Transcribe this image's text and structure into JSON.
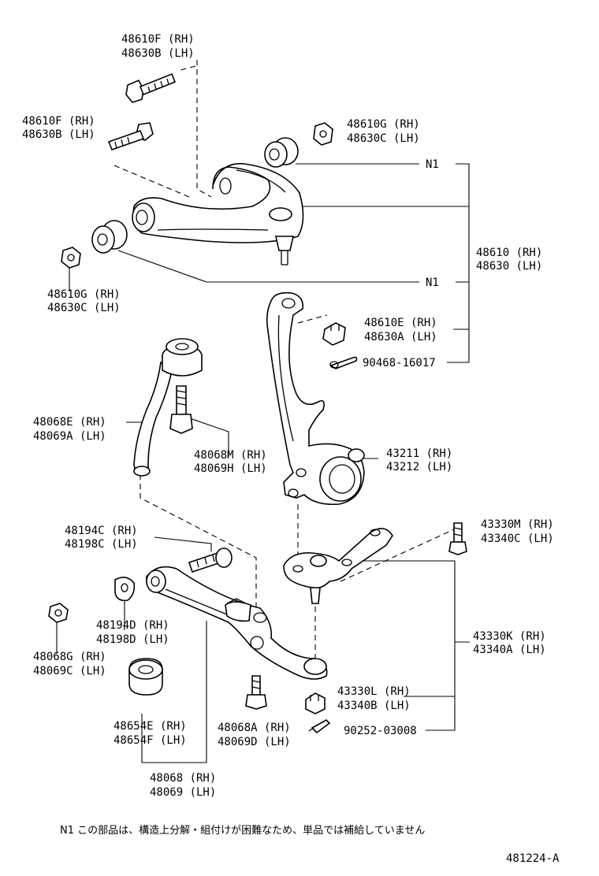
{
  "callouts": {
    "bolt_top": [
      "48610F (RH)",
      "48630B (LH)"
    ],
    "bolt_left": [
      "48610F (RH)",
      "48630B (LH)"
    ],
    "nut_top_right": [
      "48610G (RH)",
      "48630C (LH)"
    ],
    "nut_left": [
      "48610G (RH)",
      "48630C (LH)"
    ],
    "n1_top": "N1",
    "n1_bottom": "N1",
    "upper_arm": [
      "48610 (RH)",
      "48630 (LH)"
    ],
    "castle_nut": [
      "48610E (RH)",
      "48630A (LH)"
    ],
    "cotter_pin_upper": "90468-16017",
    "strut_bar": [
      "48068E (RH)",
      "48069A (LH)"
    ],
    "strut_bolt": [
      "48068M (RH)",
      "48069H (LH)"
    ],
    "knuckle": [
      "43211 (RH)",
      "43212 (LH)"
    ],
    "cam_bolt": [
      "48194C (RH)",
      "48198C (LH)"
    ],
    "cam_plate": [
      "48194D (RH)",
      "48198D (LH)"
    ],
    "lower_nut": [
      "48068G (RH)",
      "48069C (LH)"
    ],
    "lower_bushing": [
      "48654E (RH)",
      "48654F (LH)"
    ],
    "lower_bolt": [
      "48068A (RH)",
      "48069D (LH)"
    ],
    "lower_arm": [
      "48068 (RH)",
      "48069 (LH)"
    ],
    "ball_joint_bolt": [
      "43330M (RH)",
      "43340C (LH)"
    ],
    "ball_joint": [
      "43330K (RH)",
      "43340A (LH)"
    ],
    "ball_joint_nut": [
      "43330L (RH)",
      "43340B (LH)"
    ],
    "cotter_pin_lower": "90252-03008"
  },
  "footnote": "N1  この部品は、構造上分解・組付けが困難なため、単品では補給していません",
  "diagram_id": "481224-A"
}
